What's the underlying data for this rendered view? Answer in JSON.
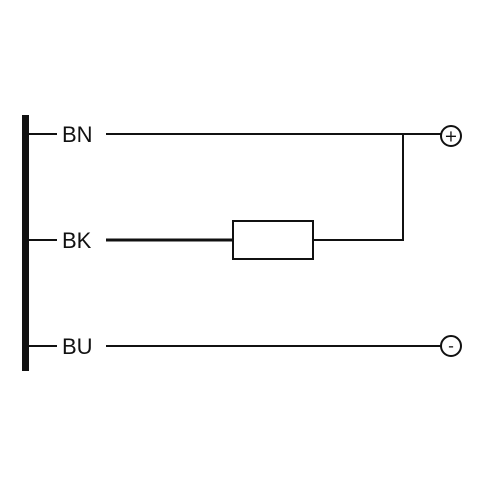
{
  "diagram": {
    "colors": {
      "stroke": "#111111",
      "background": "#ffffff"
    },
    "wires": [
      {
        "id": "bn",
        "label": "BN"
      },
      {
        "id": "bk",
        "label": "BK"
      },
      {
        "id": "bu",
        "label": "BU"
      }
    ],
    "terminals": {
      "positive": {
        "symbol": "+",
        "icon": "plus-terminal-icon"
      },
      "negative": {
        "symbol": "-",
        "icon": "minus-terminal-icon"
      }
    },
    "components": {
      "load": {
        "icon": "resistor-icon"
      }
    }
  }
}
